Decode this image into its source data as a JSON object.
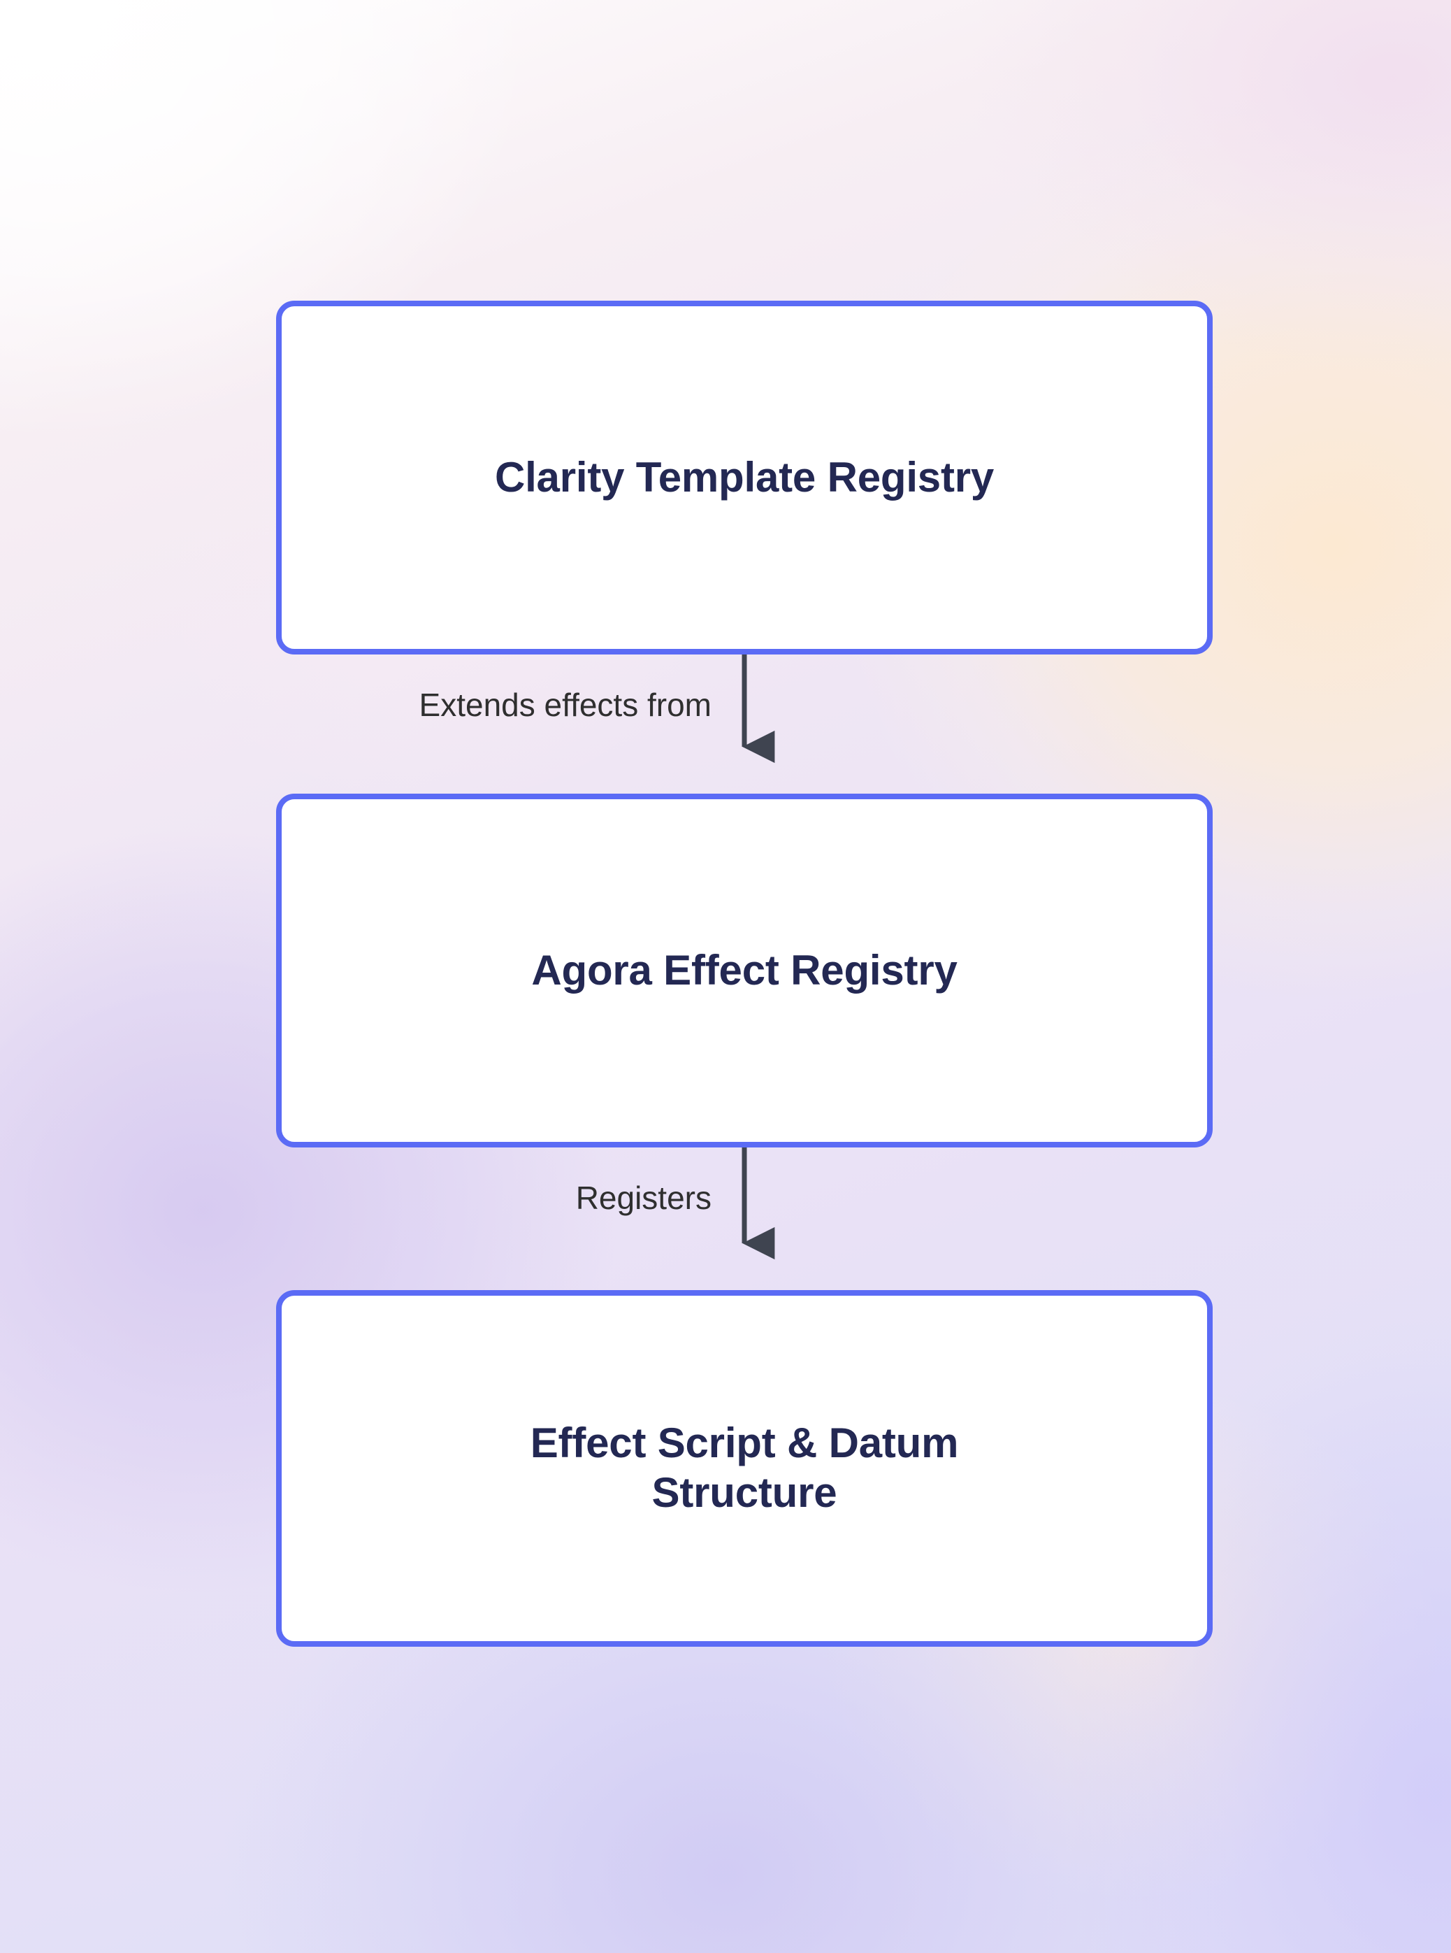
{
  "diagram": {
    "type": "flowchart",
    "orientation": "top-down",
    "colors": {
      "node_border": "#5b6bf5",
      "node_fill": "#ffffff",
      "node_text": "#232853",
      "edge_stroke": "#3f4450",
      "edge_label_text": "#2f2f2f"
    },
    "nodes": [
      {
        "id": "clarity-template-registry",
        "label": "Clarity Template Registry"
      },
      {
        "id": "agora-effect-registry",
        "label": "Agora Effect Registry"
      },
      {
        "id": "effect-script-datum-structure",
        "label": "Effect Script & Datum\nStructure"
      }
    ],
    "edges": [
      {
        "id": "edge-extends-effects-from",
        "from": "clarity-template-registry",
        "to": "agora-effect-registry",
        "label": "Extends effects from",
        "arrow": "down"
      },
      {
        "id": "edge-registers",
        "from": "agora-effect-registry",
        "to": "effect-script-datum-structure",
        "label": "Registers",
        "arrow": "down"
      }
    ]
  }
}
